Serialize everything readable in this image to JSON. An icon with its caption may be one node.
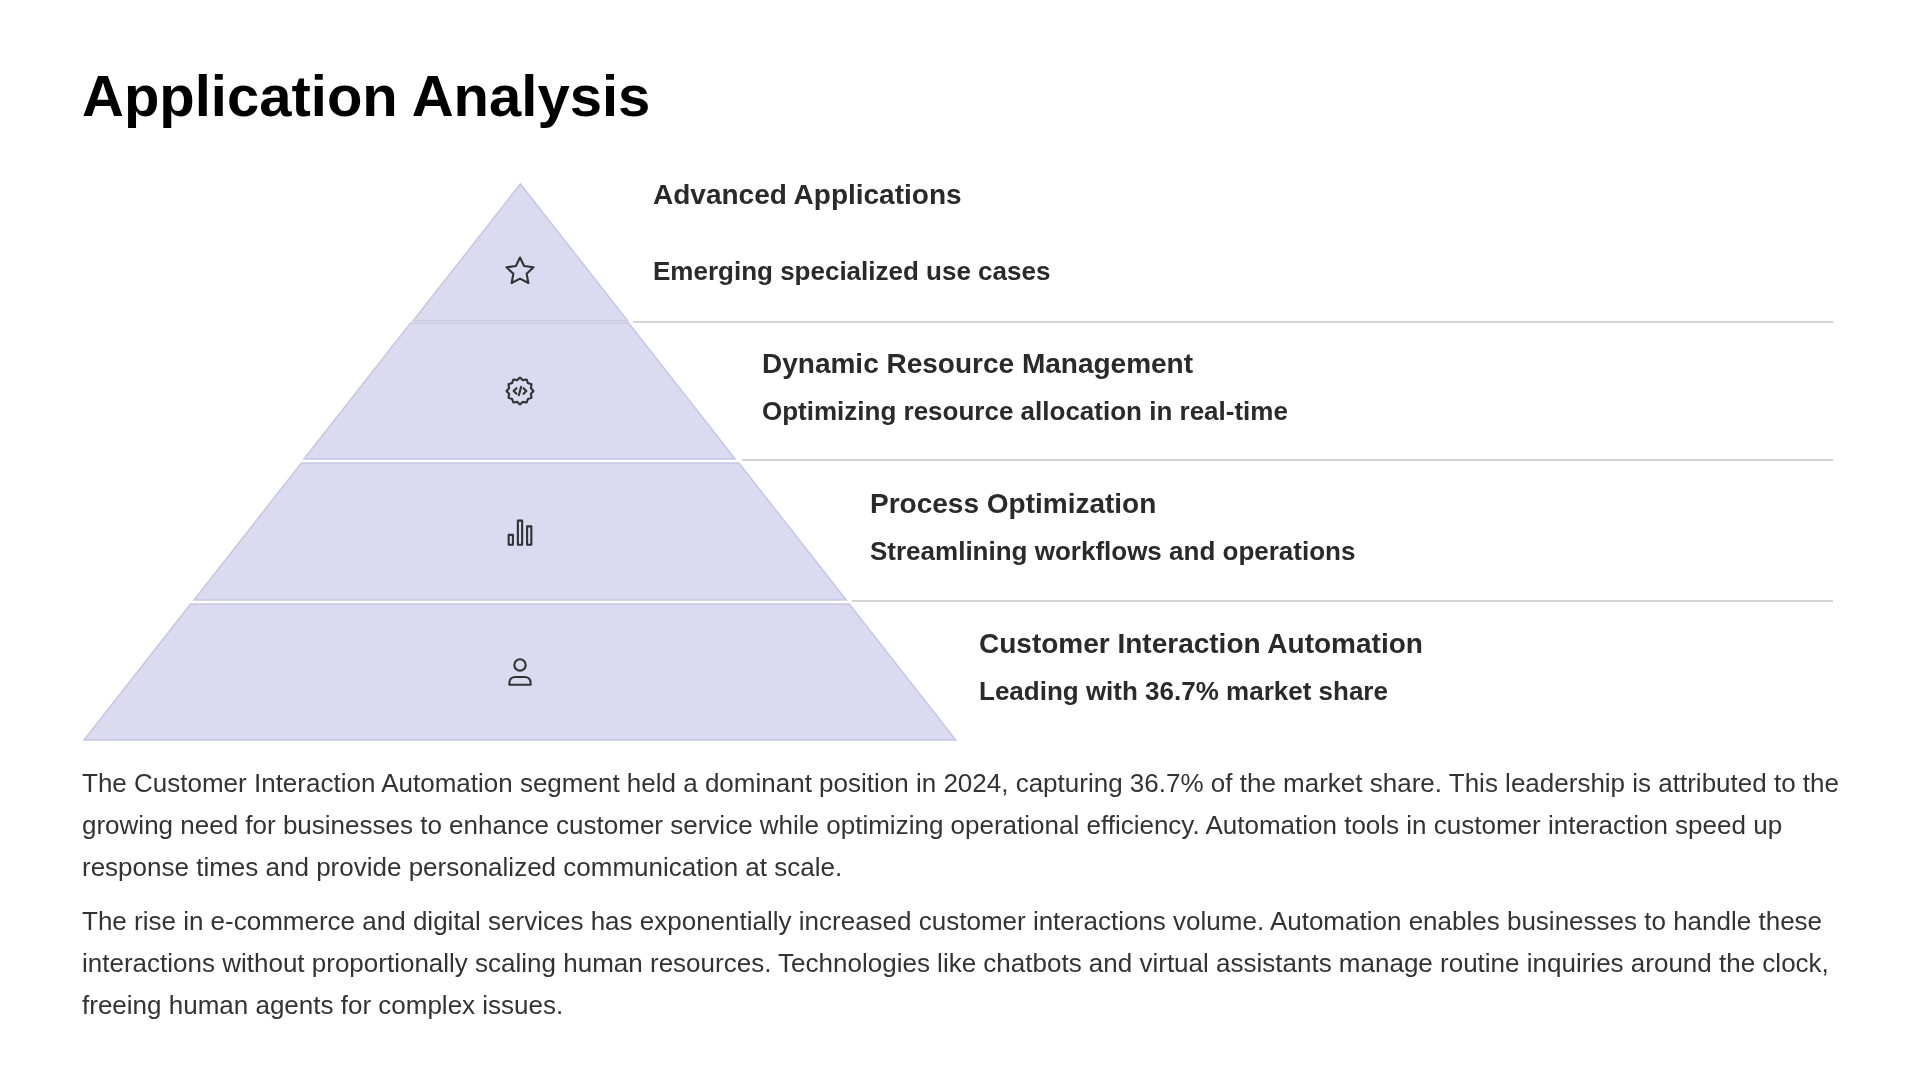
{
  "diagram": {
    "title": "Application Analysis",
    "nodes": [
      {
        "text": [],
        "shape": "triangle",
        "beside": [
          "Advanced Applications",
          "Emerging specialized use cases"
        ]
      },
      {
        "text": [],
        "shape": "trapezoid",
        "beside": [
          "Dynamic Resource Management",
          "Optimizing resource allocation in real-time"
        ]
      },
      {
        "text": [],
        "shape": "trapezoid",
        "beside": [
          "Process Optimization",
          "Streamlining workflows and operations"
        ]
      },
      {
        "text": [],
        "shape": "trapezoid",
        "beside": [
          "Customer Interaction Automation",
          "Leading with 36.7% market share"
        ]
      }
    ],
    "edges": [],
    "labels": [
      "The Customer Interaction Automation segment held a dominant position in 2024, capturing 36.7% of the market share. This leadership is attributed to the growing need for businesses to enhance customer service while optimizing operational efficiency. Automation tools in customer interaction speed up response times and provide personalized communication at scale.",
      "The rise in e-commerce and digital services has exponentially increased customer interactions volume. Automation enables businesses to handle these interactions without proportionally scaling human resources. Technologies like chatbots and virtual assistants manage routine inquiries around the clock, freeing human agents for complex issues."
    ]
  }
}
